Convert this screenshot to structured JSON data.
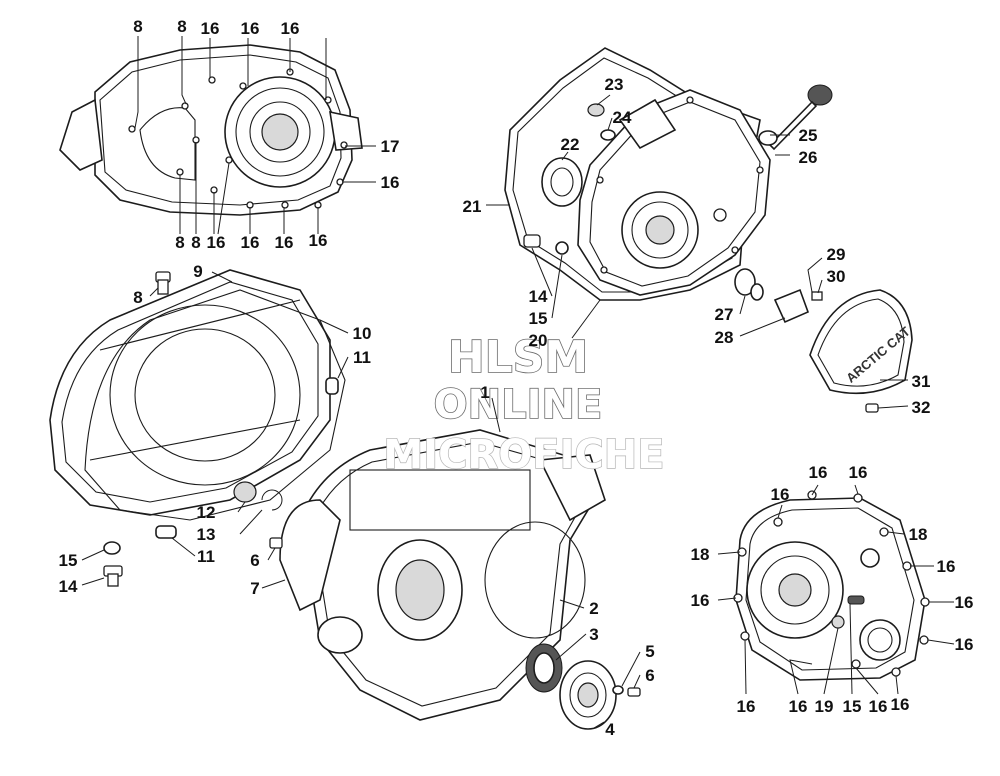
{
  "watermark": {
    "line1": "HLSM",
    "line2": "ONLINE",
    "line3": "MICROFICHE"
  },
  "callouts": [
    {
      "id": "c-8a",
      "text": "8"
    },
    {
      "id": "c-8b",
      "text": "8"
    },
    {
      "id": "c-16a",
      "text": "16"
    },
    {
      "id": "c-16b",
      "text": "16"
    },
    {
      "id": "c-16c",
      "text": "16"
    },
    {
      "id": "c-17",
      "text": "17"
    },
    {
      "id": "c-16d",
      "text": "16"
    },
    {
      "id": "c-8c",
      "text": "8"
    },
    {
      "id": "c-8d",
      "text": "8"
    },
    {
      "id": "c-16e",
      "text": "16"
    },
    {
      "id": "c-16f",
      "text": "16"
    },
    {
      "id": "c-16g",
      "text": "16"
    },
    {
      "id": "c-16h",
      "text": "16"
    },
    {
      "id": "c-23",
      "text": "23"
    },
    {
      "id": "c-24",
      "text": "24"
    },
    {
      "id": "c-22",
      "text": "22"
    },
    {
      "id": "c-25",
      "text": "25"
    },
    {
      "id": "c-26",
      "text": "26"
    },
    {
      "id": "c-21",
      "text": "21"
    },
    {
      "id": "c-29",
      "text": "29"
    },
    {
      "id": "c-30",
      "text": "30"
    },
    {
      "id": "c-14a",
      "text": "14"
    },
    {
      "id": "c-15a",
      "text": "15"
    },
    {
      "id": "c-20",
      "text": "20"
    },
    {
      "id": "c-27",
      "text": "27"
    },
    {
      "id": "c-28",
      "text": "28"
    },
    {
      "id": "c-31",
      "text": "31"
    },
    {
      "id": "c-32",
      "text": "32"
    },
    {
      "id": "c-9",
      "text": "9"
    },
    {
      "id": "c-8e",
      "text": "8"
    },
    {
      "id": "c-10",
      "text": "10"
    },
    {
      "id": "c-11a",
      "text": "11"
    },
    {
      "id": "c-12",
      "text": "12"
    },
    {
      "id": "c-13",
      "text": "13"
    },
    {
      "id": "c-11b",
      "text": "11"
    },
    {
      "id": "c-15b",
      "text": "15"
    },
    {
      "id": "c-14b",
      "text": "14"
    },
    {
      "id": "c-1",
      "text": "1"
    },
    {
      "id": "c-6a",
      "text": "6"
    },
    {
      "id": "c-7",
      "text": "7"
    },
    {
      "id": "c-2",
      "text": "2"
    },
    {
      "id": "c-3",
      "text": "3"
    },
    {
      "id": "c-5",
      "text": "5"
    },
    {
      "id": "c-6b",
      "text": "6"
    },
    {
      "id": "c-4",
      "text": "4"
    },
    {
      "id": "c-16i",
      "text": "16"
    },
    {
      "id": "c-16j",
      "text": "16"
    },
    {
      "id": "c-16k",
      "text": "16"
    },
    {
      "id": "c-18a",
      "text": "18"
    },
    {
      "id": "c-18b",
      "text": "18"
    },
    {
      "id": "c-16l",
      "text": "16"
    },
    {
      "id": "c-16m",
      "text": "16"
    },
    {
      "id": "c-16n",
      "text": "16"
    },
    {
      "id": "c-16o",
      "text": "16"
    },
    {
      "id": "c-16p",
      "text": "16"
    },
    {
      "id": "c-16q",
      "text": "16"
    },
    {
      "id": "c-19",
      "text": "19"
    },
    {
      "id": "c-15c",
      "text": "15"
    },
    {
      "id": "c-16r",
      "text": "16"
    },
    {
      "id": "c-16s",
      "text": "16"
    }
  ],
  "cover_logo": "ARCTIC CAT"
}
